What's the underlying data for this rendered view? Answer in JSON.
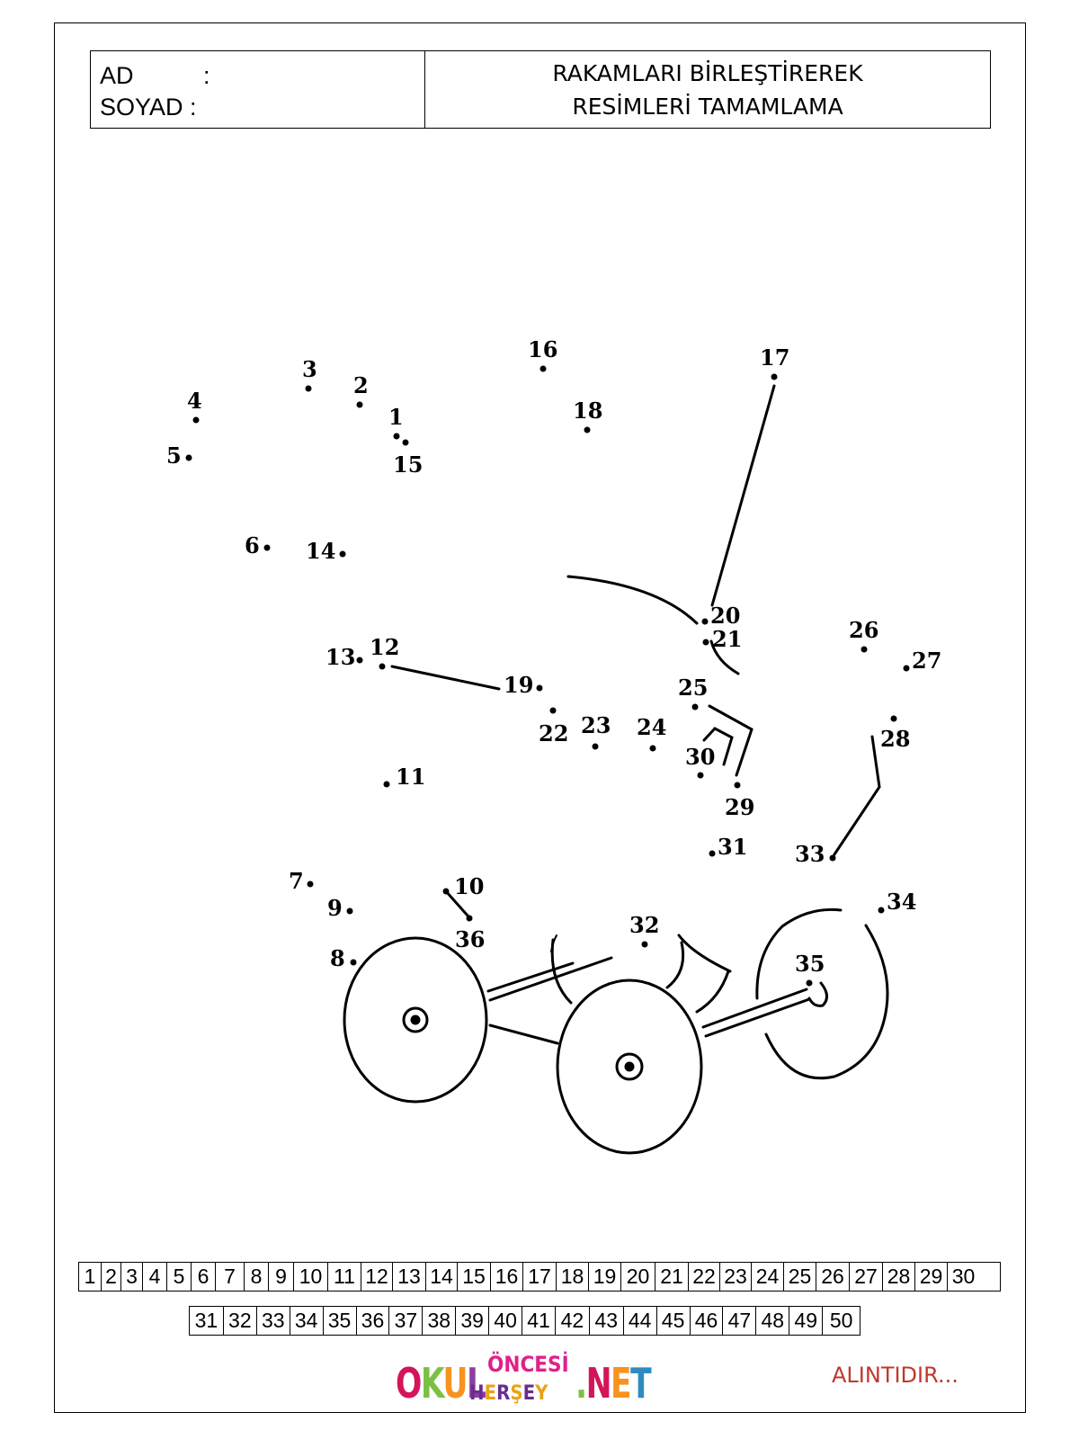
{
  "header": {
    "name_label": "AD",
    "name_colon": ":",
    "surname_label": "SOYAD :",
    "title_line1": "RAKAMLARI BİRLEŞTİREREK",
    "title_line2": "RESİMLERİ TAMAMLAMA"
  },
  "dots": [
    "1",
    "2",
    "3",
    "4",
    "5",
    "6",
    "7",
    "8",
    "9",
    "10",
    "11",
    "12",
    "13",
    "14",
    "15",
    "16",
    "17",
    "18",
    "19",
    "20",
    "21",
    "22",
    "23",
    "24",
    "25",
    "26",
    "27",
    "28",
    "29",
    "30",
    "31",
    "32",
    "33",
    "34",
    "35",
    "36"
  ],
  "number_strip": {
    "row1": [
      "1",
      "2",
      "3",
      "4",
      "5",
      "6",
      "7",
      "8",
      "9",
      "10",
      "11",
      "12",
      "13",
      "14",
      "15",
      "16",
      "17",
      "18",
      "19",
      "20",
      "21",
      "22",
      "23",
      "24",
      "25",
      "26",
      "27",
      "28",
      "29",
      "30"
    ],
    "row2": [
      "31",
      "32",
      "33",
      "34",
      "35",
      "36",
      "37",
      "38",
      "39",
      "40",
      "41",
      "42",
      "43",
      "44",
      "45",
      "46",
      "47",
      "48",
      "49",
      "50"
    ]
  },
  "logo": {
    "okul": [
      "O",
      "K",
      "U",
      "L"
    ],
    "oncesi": "ÖNCESİ",
    "hersey": [
      "H",
      "E",
      "R",
      "Ş",
      "E",
      "Y"
    ],
    "net": [
      ".",
      "N",
      "E",
      "T"
    ]
  },
  "credit": "ALINTIDIR..."
}
